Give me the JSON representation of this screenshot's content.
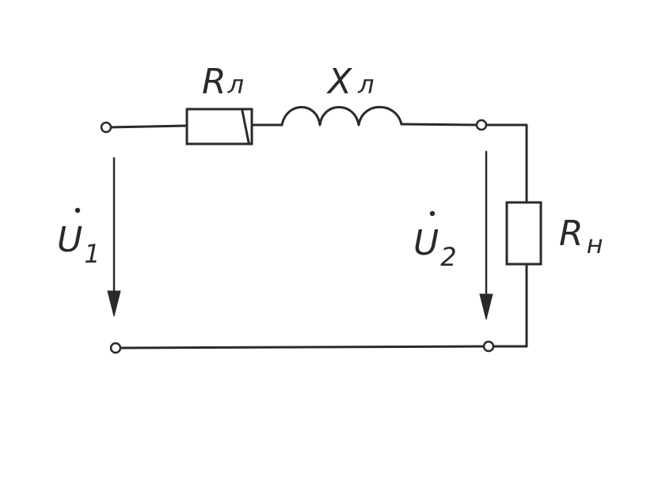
{
  "diagram": {
    "labels": {
      "line_resistance": {
        "symbol": "R",
        "subscript": "л"
      },
      "line_reactance": {
        "symbol": "X",
        "subscript": "л"
      },
      "load_resistance": {
        "symbol": "R",
        "subscript": "н"
      },
      "input_voltage": {
        "symbol": "U",
        "subscript": "1"
      },
      "output_voltage": {
        "symbol": "U",
        "subscript": "2"
      }
    },
    "colors": {
      "ink": "#2a2a2a",
      "background": "#ffffff"
    }
  }
}
